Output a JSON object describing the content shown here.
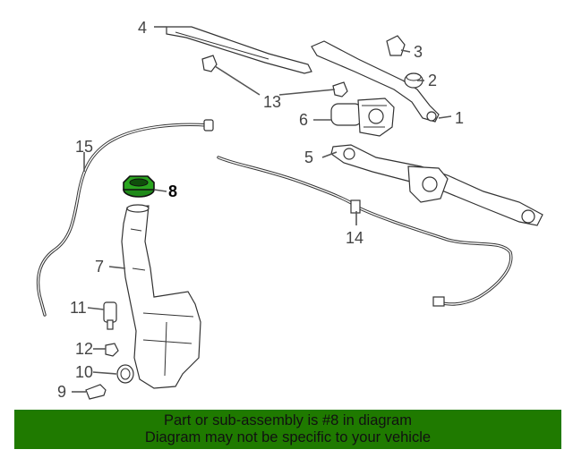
{
  "callouts": {
    "c1": "1",
    "c2": "2",
    "c3": "3",
    "c4": "4",
    "c5": "5",
    "c6": "6",
    "c7": "7",
    "c8": "8",
    "c9": "9",
    "c10": "10",
    "c11": "11",
    "c12": "12",
    "c13": "13",
    "c14": "14",
    "c15": "15"
  },
  "highlight": {
    "part_number": "8",
    "color": "#1f8a1a"
  },
  "banner": {
    "line1": "Part or sub-assembly is #8 in diagram",
    "line2": "Diagram may not be specific to your vehicle",
    "background": "#1f7a00"
  }
}
